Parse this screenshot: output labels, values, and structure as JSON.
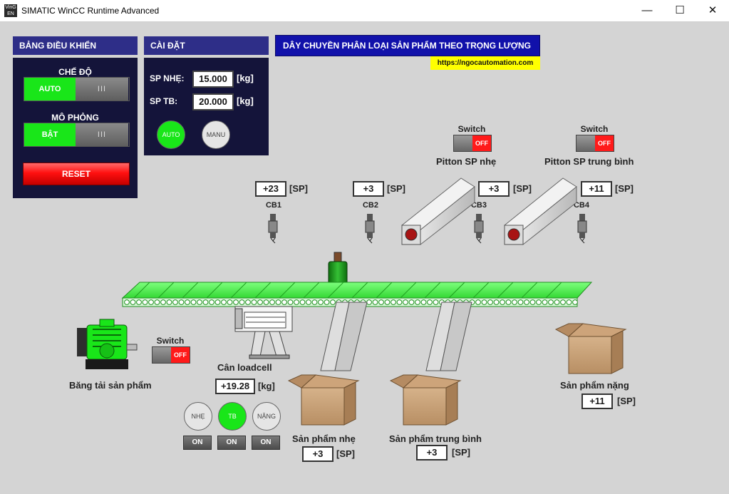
{
  "window": {
    "icon_text": "VinG EN",
    "title": "SIMATIC WinCC Runtime Advanced",
    "minimize": "—",
    "maximize": "☐",
    "close": "✕"
  },
  "control_panel": {
    "title": "BẢNG ĐIỀU KHIỂN",
    "mode_label": "CHẾ ĐỘ",
    "mode_value": "AUTO",
    "mode_handle": "III",
    "sim_label": "MÔ PHỎNG",
    "sim_value": "BẬT",
    "sim_handle": "III",
    "reset": "RESET"
  },
  "settings": {
    "title": "CÀI ĐẶT",
    "light_label": "SP NHẸ:",
    "light_value": "15.000",
    "mid_label": "SP TB:",
    "mid_value": "20.000",
    "unit": "[kg]",
    "auto_btn": "AUTO",
    "manu_btn": "MANU"
  },
  "header": {
    "title": "DÂY CHUYỀN PHÂN LOẠI SẢN PHẨM THEO TRỌNG LƯỢNG",
    "url": "https://ngocautomation.com"
  },
  "switches": {
    "label": "Switch",
    "off": "OFF"
  },
  "pistons": {
    "light_label": "Pitton SP nhẹ",
    "mid_label": "Pitton SP trung bình"
  },
  "sensors": [
    {
      "name": "CB1",
      "count": "+23"
    },
    {
      "name": "CB2",
      "count": "+3"
    },
    {
      "name": "CB3",
      "count": "+3"
    },
    {
      "name": "CB4",
      "count": "+11"
    }
  ],
  "unit_sp": "[SP]",
  "unit_kg": "[kg]",
  "conveyor": {
    "label": "Băng tải sản phẩm"
  },
  "loadcell": {
    "label": "Cân loadcell",
    "value": "+19.28"
  },
  "class_buttons": {
    "light": "NHẸ",
    "mid": "TB",
    "heavy": "NẶNG",
    "on": "ON"
  },
  "bins": {
    "light_label": "Sản phẩm nhẹ",
    "light_count": "+3",
    "mid_label": "Sản phẩm trung bình",
    "mid_count": "+3",
    "heavy_label": "Sản phẩm nặng",
    "heavy_count": "+11"
  },
  "colors": {
    "panel_bg": "#14143a",
    "panel_head": "#2e2e88",
    "active_green": "#19e619",
    "alarm_red": "#ff1a1a",
    "title_blue": "#1111aa",
    "url_yellow": "#ffff00",
    "conveyor_green": "#5cf25c"
  }
}
